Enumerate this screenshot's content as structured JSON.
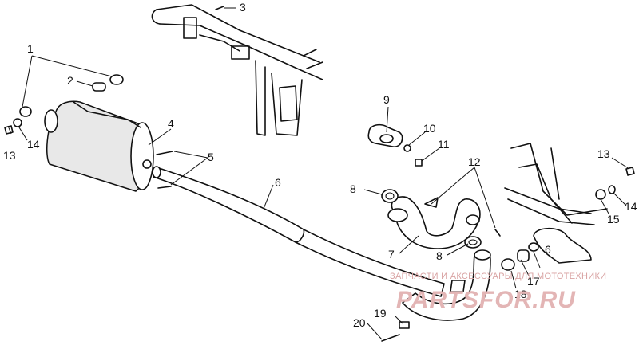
{
  "diagram": {
    "callouts": {
      "c1": "1",
      "c2": "2",
      "c3": "3",
      "c4": "4",
      "c5": "5",
      "c6": "6",
      "c6b": "6",
      "c7": "7",
      "c8a": "8",
      "c8b": "8",
      "c9": "9",
      "c10": "10",
      "c11": "11",
      "c12": "12",
      "c13a": "13",
      "c13b": "13",
      "c14a": "14",
      "c14b": "14",
      "c15": "15",
      "c17": "17",
      "c18": "18",
      "c19": "19",
      "c20": "20"
    }
  },
  "watermark": {
    "caption": "ЗАПЧАСТИ И АКСЕССУАРЫ ДЛЯ МОТОТЕХНИКИ",
    "logo": "PARTSFOR.RU"
  }
}
